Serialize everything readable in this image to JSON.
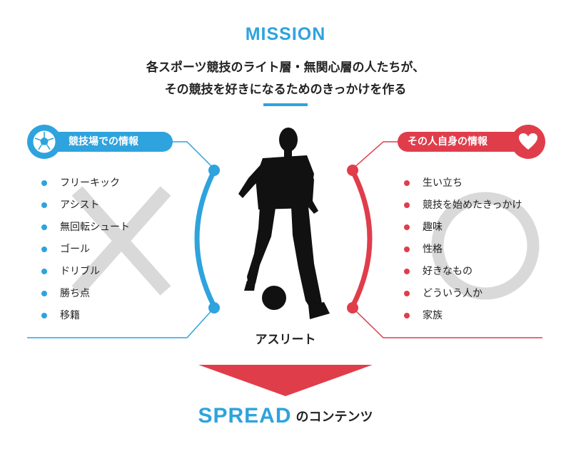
{
  "mission": {
    "title": "MISSION",
    "line1": "各スポーツ競技のライト層・無関心層の人たちが、",
    "line2": "その競技を好きになるためのきっかけを作る"
  },
  "left_panel": {
    "label": "競技場での情報",
    "icon": "soccer-ball-icon",
    "items": [
      "フリーキック",
      "アシスト",
      "無回転シュート",
      "ゴール",
      "ドリブル",
      "勝ち点",
      "移籍"
    ],
    "mark": "cross"
  },
  "right_panel": {
    "label": "その人自身の情報",
    "icon": "heart-icon",
    "items": [
      "生い立ち",
      "競技を始めたきっかけ",
      "趣味",
      "性格",
      "好きなもの",
      "どういう人か",
      "家族"
    ],
    "mark": "circle"
  },
  "center": {
    "label": "アスリート",
    "icon": "soccer-player-silhouette-icon"
  },
  "result": {
    "highlight": "SPREAD",
    "rest": "のコンテンツ"
  },
  "colors": {
    "blue": "#2ea3dd",
    "red": "#e03d4b",
    "gray_mark": "#d9d9d9",
    "dark": "#111111"
  }
}
